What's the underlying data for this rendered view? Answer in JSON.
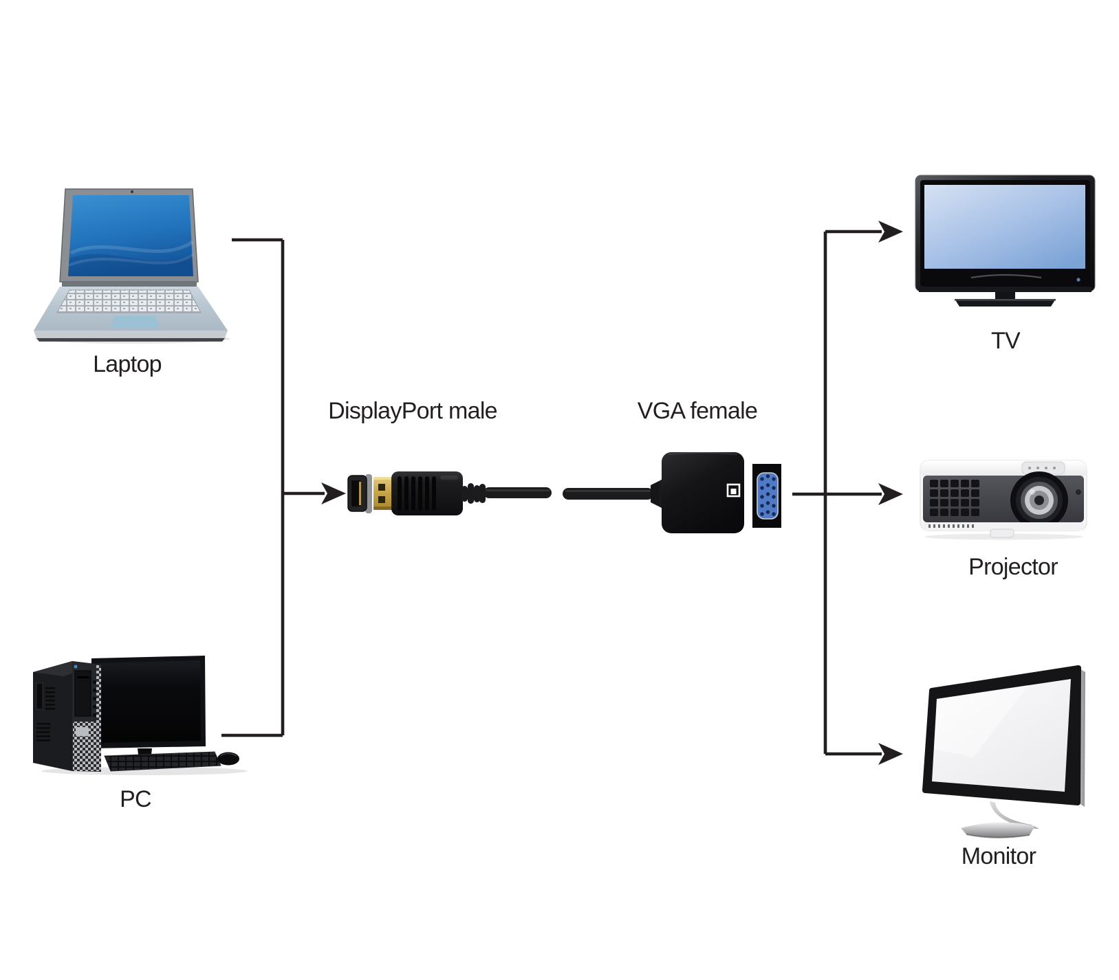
{
  "diagram": {
    "background": "#ffffff",
    "line_color": "#231f20",
    "text_color": "#231f20",
    "sources": [
      {
        "id": "laptop",
        "label": "Laptop"
      },
      {
        "id": "pc",
        "label": "PC"
      }
    ],
    "adapter": {
      "plug_label": "DisplayPort male",
      "socket_label": "VGA female"
    },
    "outputs": [
      {
        "id": "tv",
        "label": "TV"
      },
      {
        "id": "projector",
        "label": "Projector"
      },
      {
        "id": "monitor",
        "label": "Monitor"
      }
    ],
    "colors": {
      "laptop_screen": "#2e82c6",
      "tv_screen": "#a9c4e6",
      "monitor_screen": "#f4f4f6",
      "vga_port": "#4e7ac8",
      "gold_connector": "#c9a84e"
    }
  }
}
